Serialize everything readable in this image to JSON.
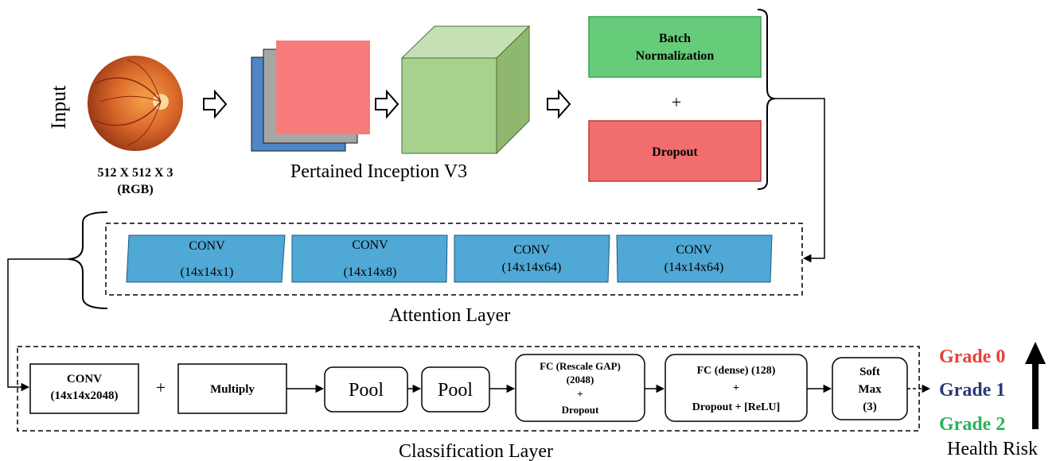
{
  "input": {
    "label": "Input",
    "size_line1": "512 X 512 X 3",
    "size_line2": "(RGB)"
  },
  "inception": {
    "caption": "Pertained Inception V3"
  },
  "bn_dropout": {
    "batch_norm_line1": "Batch",
    "batch_norm_line2": "Normalization",
    "plus": "+",
    "dropout": "Dropout"
  },
  "attention": {
    "caption": "Attention Layer",
    "conv_blocks": [
      {
        "title": "CONV",
        "dims": "(14x14x1)"
      },
      {
        "title": "CONV",
        "dims": "(14x14x8)"
      },
      {
        "title": "CONV",
        "dims": "(14x14x64)"
      },
      {
        "title": "CONV",
        "dims": "(14x14x64)"
      }
    ]
  },
  "classification": {
    "caption": "Classification Layer",
    "conv_line1": "CONV",
    "conv_line2": "(14x14x2048)",
    "plus": "+",
    "multiply": "Multiply",
    "pool1": "Pool",
    "pool2": "Pool",
    "fc1_line1": "FC (Rescale GAP)",
    "fc1_line2": "(2048)",
    "fc1_line3": "+",
    "fc1_line4": "Dropout",
    "fc2_line1": "FC (dense) (128)",
    "fc2_line2": "+",
    "fc2_line3": "Dropout + [ReLU]",
    "softmax_line1": "Soft",
    "softmax_line2": "Max",
    "softmax_line3": "(3)"
  },
  "grades": {
    "grade0": "Grade 0",
    "grade1": "Grade 1",
    "grade2": "Grade 2",
    "health_risk": "Health Risk"
  },
  "colors": {
    "blue_layer": "#4f86c6",
    "gray_layer": "#a6a6a6",
    "pink_layer": "#f77b7b",
    "cube_front": "#a9d18e",
    "cube_top": "#c5e0b4",
    "cube_side": "#8fb86f",
    "batch_norm_fill": "#66cc7a",
    "dropout_fill": "#f26d6d",
    "conv_fill": "#4fa8d5",
    "grade0": "#e8403a",
    "grade1": "#2b3a7a",
    "grade2": "#2bb35a"
  }
}
